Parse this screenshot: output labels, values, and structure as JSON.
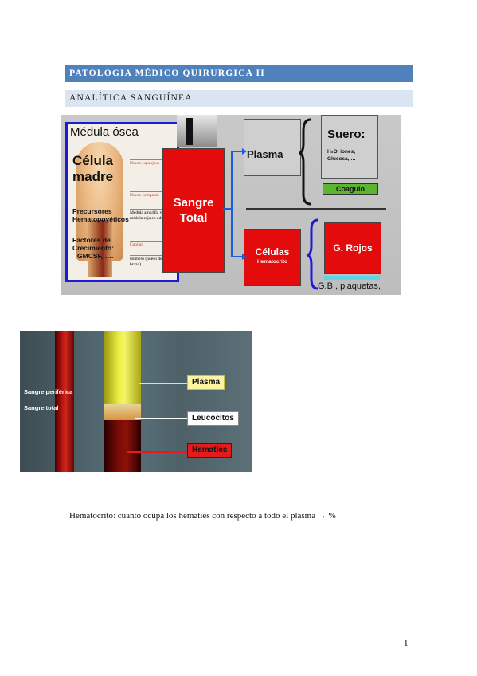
{
  "headers": {
    "course": "PATOLOGIA MÉDICO QUIRURGICA II",
    "section": "ANALÍTICA SANGUÍNEA"
  },
  "diagram": {
    "marrow_panel": {
      "title": "Médula ósea",
      "cell_line1": "Célula",
      "cell_line2": "madre",
      "precursors_line1": "Precursores",
      "precursors_line2": "Hematopoyéticos",
      "growth_line1": "Factores de",
      "growth_line2": "Crecimiento:",
      "growth_line3": "GMCSF, ….",
      "notes": [
        {
          "text": "Hueso esponjoso",
          "color": "red"
        },
        {
          "text": "Hueso compacto",
          "color": "red"
        },
        {
          "text": "Médula amarilla y médula roja en adultos",
          "color": "dark"
        },
        {
          "text": "Capilar",
          "color": "red"
        },
        {
          "text": "Húmero (hueso del brazo)",
          "color": "dark"
        }
      ]
    },
    "whole_blood": {
      "line1": "Sangre",
      "line2": "Total"
    },
    "plasma_label": "Plasma",
    "serum": {
      "title": "Suero:",
      "line1": "H₂O, iones,",
      "line2": "Glucosa, …"
    },
    "clot_label": "Coagulo",
    "cells": {
      "title": "Células",
      "subtitle": "Hematocrito"
    },
    "red_cells": "G. Rojos",
    "other_cells": "G.B., plaquetas,",
    "colors": {
      "red": "#e30b0b",
      "blue": "#1b1bd6",
      "green": "#5cb531",
      "cyan": "#5fd3e6"
    }
  },
  "photo": {
    "peripheral_label": "Sangre periférica",
    "total_label": "Sangre total",
    "plasma_tag": "Plasma",
    "leukocytes_tag": "Leucocitos",
    "erythrocytes_tag": "Hematíes"
  },
  "body": {
    "hematocrit_text": "Hematocrito: cuanto ocupa los hematíes con respecto a todo el plasma → %"
  },
  "page_number": "1"
}
